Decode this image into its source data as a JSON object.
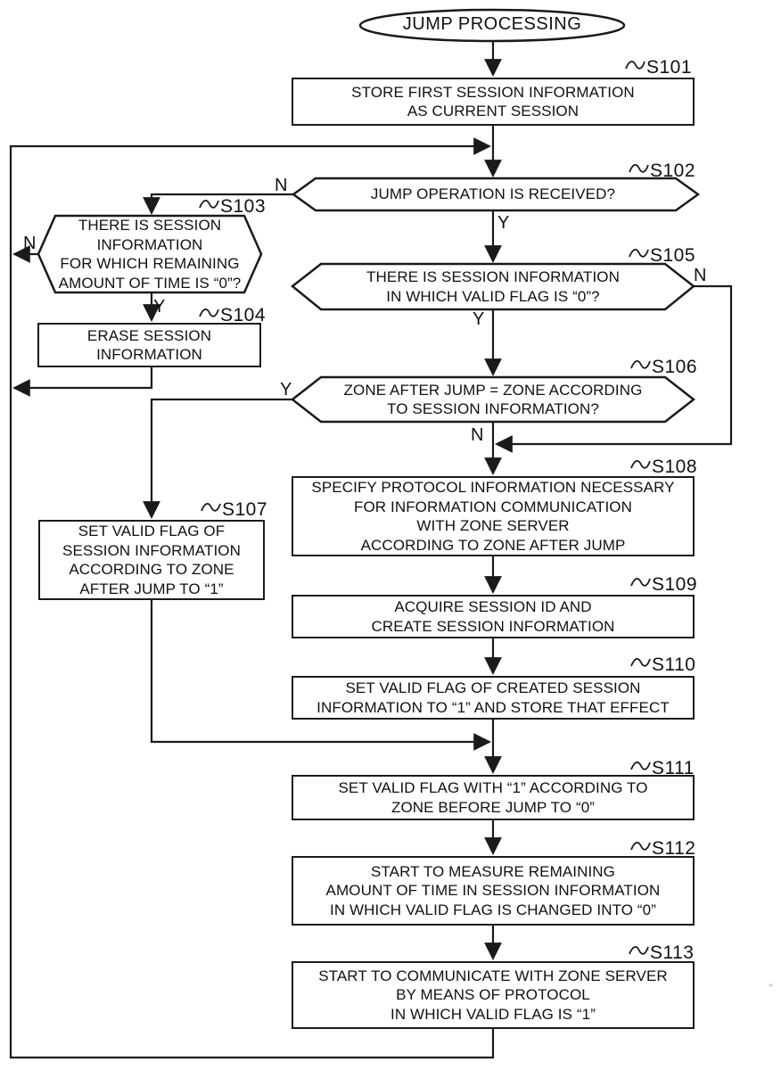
{
  "figure_type": "patent-flowchart",
  "labels": {
    "yes": "Y",
    "no": "N"
  },
  "nodes": {
    "start": {
      "type": "terminal",
      "label": "JUMP PROCESSING"
    },
    "s101": {
      "type": "process",
      "ref": "S101",
      "text": "STORE FIRST SESSION INFORMATION\nAS CURRENT SESSION"
    },
    "s102": {
      "type": "decision",
      "ref": "S102",
      "text": "JUMP OPERATION IS RECEIVED?"
    },
    "s103": {
      "type": "decision",
      "ref": "S103",
      "text": "THERE IS SESSION\nINFORMATION\nFOR WHICH REMAINING\nAMOUNT OF TIME IS “0”?"
    },
    "s104": {
      "type": "process",
      "ref": "S104",
      "text": "ERASE SESSION\nINFORMATION"
    },
    "s105": {
      "type": "decision",
      "ref": "S105",
      "text": "THERE IS SESSION INFORMATION\nIN WHICH VALID FLAG IS “0”?"
    },
    "s106": {
      "type": "decision",
      "ref": "S106",
      "text": "ZONE AFTER JUMP = ZONE ACCORDING\nTO SESSION INFORMATION?"
    },
    "s107": {
      "type": "process",
      "ref": "S107",
      "text": "SET VALID FLAG OF\nSESSION INFORMATION\nACCORDING TO ZONE\nAFTER JUMP TO “1”"
    },
    "s108": {
      "type": "process",
      "ref": "S108",
      "text": "SPECIFY PROTOCOL INFORMATION NECESSARY\nFOR INFORMATION COMMUNICATION\nWITH ZONE SERVER\nACCORDING TO ZONE AFTER JUMP"
    },
    "s109": {
      "type": "process",
      "ref": "S109",
      "text": "ACQUIRE SESSION ID AND\nCREATE SESSION INFORMATION"
    },
    "s110": {
      "type": "process",
      "ref": "S110",
      "text": "SET VALID FLAG OF CREATED SESSION\nINFORMATION TO “1” AND STORE THAT EFFECT"
    },
    "s111": {
      "type": "process",
      "ref": "S111",
      "text": "SET VALID FLAG WITH “1” ACCORDING TO\nZONE BEFORE JUMP TO “0”"
    },
    "s112": {
      "type": "process",
      "ref": "S112",
      "text": "START TO MEASURE REMAINING\nAMOUNT OF TIME IN SESSION INFORMATION\nIN WHICH VALID FLAG IS CHANGED INTO “0”"
    },
    "s113": {
      "type": "process",
      "ref": "S113",
      "text": "START TO COMMUNICATE WITH ZONE SERVER\nBY MEANS OF PROTOCOL\nIN WHICH VALID FLAG IS “1”"
    }
  },
  "edges": [
    {
      "from": "start",
      "to": "S101"
    },
    {
      "from": "S101",
      "to": "S102"
    },
    {
      "from": "S102",
      "to": "S103",
      "branch": "N"
    },
    {
      "from": "S102",
      "to": "S105",
      "branch": "Y"
    },
    {
      "from": "S103",
      "to": "S102",
      "branch": "N",
      "via": "left-loop"
    },
    {
      "from": "S103",
      "to": "S104",
      "branch": "Y"
    },
    {
      "from": "S104",
      "to": "S102",
      "via": "left-loop"
    },
    {
      "from": "S105",
      "to": "S106",
      "branch": "Y"
    },
    {
      "from": "S105",
      "to": "S108",
      "branch": "N",
      "via": "right-bypass"
    },
    {
      "from": "S106",
      "to": "S107",
      "branch": "Y"
    },
    {
      "from": "S106",
      "to": "S108",
      "branch": "N"
    },
    {
      "from": "S107",
      "to": "S111"
    },
    {
      "from": "S108",
      "to": "S109"
    },
    {
      "from": "S109",
      "to": "S110"
    },
    {
      "from": "S110",
      "to": "S111"
    },
    {
      "from": "S111",
      "to": "S112"
    },
    {
      "from": "S112",
      "to": "S113"
    },
    {
      "from": "S113",
      "to": "S102",
      "via": "left-loop"
    }
  ],
  "colors": {
    "line": "#1a1a1a",
    "background": "#ffffff",
    "text": "#111111"
  }
}
